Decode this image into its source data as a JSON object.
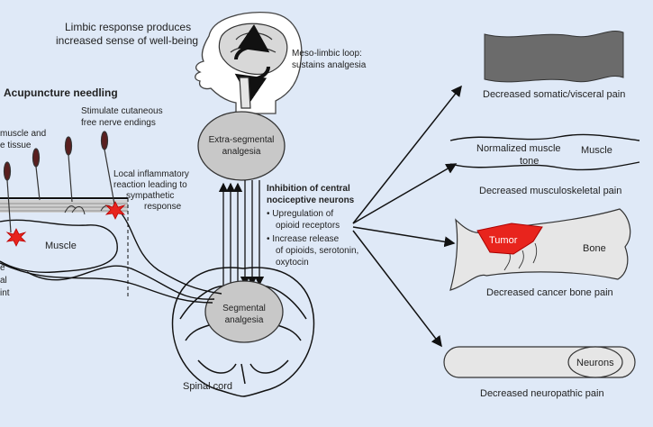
{
  "colors": {
    "background": "#dfe9f7",
    "gray_node": "#c8c8c8",
    "tumor": "#e8241d",
    "dark_band": "#6b6b6b",
    "needle": "#5a1f1f"
  },
  "top": {
    "limbic_line1": "Limbic response produces",
    "limbic_line2": "increased sense of well-being",
    "mesolimbic_line1": "Meso-limbic loop:",
    "mesolimbic_line2": "sustains analgesia"
  },
  "left": {
    "acupuncture_title": "Acupuncture needling",
    "stimulate_line1": "Stimulate cutaneous",
    "stimulate_line2": "free nerve endings",
    "muscle_tissue_line1": "muscle and",
    "muscle_tissue_line2": "e tissue",
    "local_line1": "Local inflammatory",
    "local_line2": "reaction leading to",
    "local_line3": "sympathetic",
    "local_line4": "response",
    "muscle_label": "Muscle",
    "cut_line1": "e",
    "cut_line2": "al",
    "cut_line3": "int"
  },
  "center": {
    "extra_line1": "Extra-segmental",
    "extra_line2": "analgesia",
    "seg_line1": "Segmental",
    "seg_line2": "analgesia",
    "spinal_cord": "Spinal cord",
    "inhibition_line1": "Inhibition of central",
    "inhibition_line2": "nociceptive neurons",
    "bullet1_line1": "• Upregulation of",
    "bullet1_line2": "opioid receptors",
    "bullet2_line1": "• Increase release",
    "bullet2_line2": "of opioids, serotonin,",
    "bullet2_line3": "oxytocin"
  },
  "right": {
    "somatic": "Decreased somatic/visceral pain",
    "normalized_line1": "Normalized muscle",
    "normalized_line2": "tone",
    "muscle": "Muscle",
    "musculoskeletal": "Decreased musculoskeletal pain",
    "tumor": "Tumor",
    "bone": "Bone",
    "cancer": "Decreased cancer bone pain",
    "neurons": "Neurons",
    "neuropathic": "Decreased neuropathic pain"
  }
}
